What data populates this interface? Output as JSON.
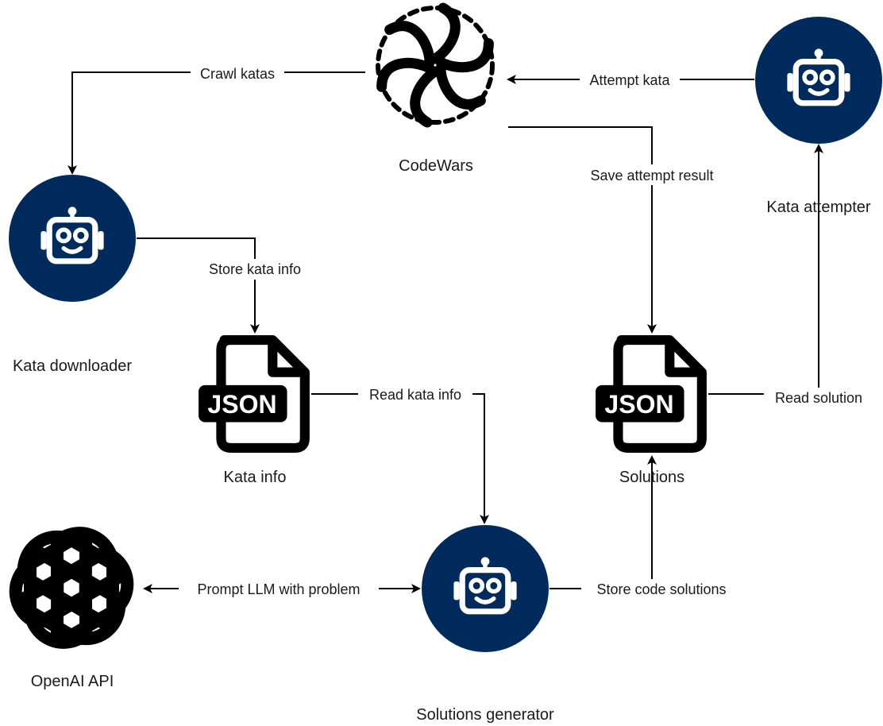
{
  "nodes": {
    "codewars": {
      "label": "CodeWars",
      "icon": "codewars-logo-icon"
    },
    "kata_attempter": {
      "label": "Kata attempter",
      "icon": "robot-icon"
    },
    "kata_downloader": {
      "label": "Kata downloader",
      "icon": "robot-icon"
    },
    "kata_info": {
      "label": "Kata info",
      "icon": "json-file-icon",
      "badge": "JSON"
    },
    "solutions": {
      "label": "Solutions",
      "icon": "json-file-icon",
      "badge": "JSON"
    },
    "openai_api": {
      "label": "OpenAI API",
      "icon": "openai-logo-icon"
    },
    "solutions_generator": {
      "label": "Solutions generator",
      "icon": "robot-icon"
    }
  },
  "edges": {
    "crawl_katas": "Crawl katas",
    "attempt_kata": "Attempt kata",
    "save_attempt_result": "Save attempt result",
    "store_kata_info": "Store kata info",
    "read_kata_info": "Read kata info",
    "read_solution": "Read solution",
    "prompt_llm": "Prompt LLM with problem",
    "store_code_solutions": "Store code solutions"
  },
  "colors": {
    "robot_circle": "#002b5c",
    "icon_white": "#ffffff",
    "line": "#000000"
  }
}
